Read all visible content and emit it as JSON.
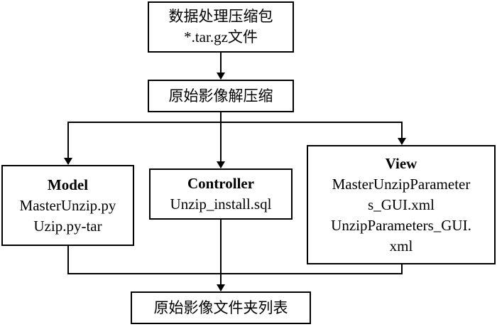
{
  "nodes": {
    "input": {
      "lines": [
        "数据处理压缩包",
        "*.tar.gz文件"
      ]
    },
    "unzip": {
      "lines": [
        "原始影像解压缩"
      ]
    },
    "model": {
      "title": "Model",
      "lines": [
        "MasterUnzip.py",
        "Uzip.py-tar"
      ]
    },
    "controller": {
      "title": "Controller",
      "lines": [
        "Unzip_install.sql"
      ]
    },
    "view": {
      "title": "View",
      "lines": [
        "MasterUnzipParameter",
        "s_GUI.xml",
        "UnzipParameters_GUI.",
        "xml"
      ]
    },
    "output": {
      "lines": [
        "原始影像文件夹列表"
      ]
    }
  },
  "edges": [
    {
      "from": "input",
      "to": "unzip"
    },
    {
      "from": "unzip",
      "to": "model"
    },
    {
      "from": "unzip",
      "to": "controller"
    },
    {
      "from": "unzip",
      "to": "view"
    },
    {
      "from": "model",
      "to": "output"
    },
    {
      "from": "controller",
      "to": "output"
    },
    {
      "from": "view",
      "to": "output"
    }
  ]
}
